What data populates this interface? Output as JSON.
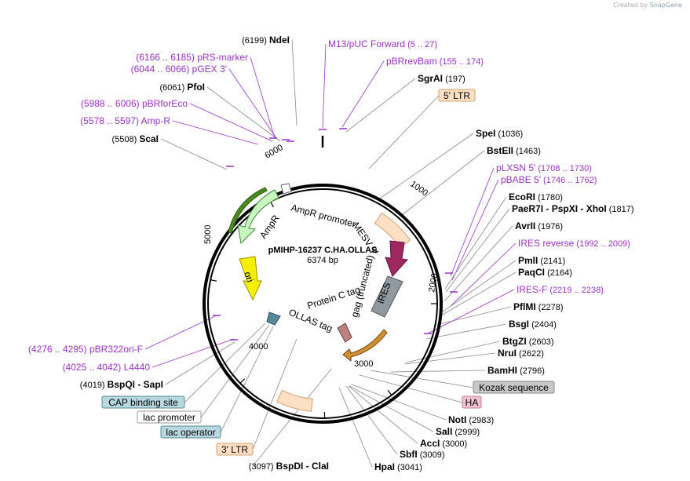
{
  "credit": {
    "prefix": "Created by",
    "brand": "SnapGene"
  },
  "plasmid": {
    "name": "pMIHP-16237 C.HA.OLLAS",
    "length": "6374 bp"
  },
  "colors": {
    "enzyme": "#000000",
    "primer": "#9b30c8",
    "ltr_fill": "#fde0c4",
    "ltr_stroke": "#d4a070",
    "misc_fill": "#b8d8e0",
    "misc_stroke": "#5a8a98",
    "kozak_fill": "#c8c8c8",
    "ha_fill": "#f0c0d0",
    "ampr": "#c8f5c0",
    "ori": "#f5f000",
    "mesv": "#a02860",
    "ires": "#909aa0",
    "gag": "#d09030"
  },
  "ticks": [
    "1000",
    "2000",
    "3000",
    "4000",
    "5000",
    "6000"
  ],
  "features_on_map": [
    {
      "label": "AmpR promoter"
    },
    {
      "label": "AmpR"
    },
    {
      "label": "ori"
    },
    {
      "label": "MESV Ψ"
    },
    {
      "label": "IRES"
    },
    {
      "label": "gag (truncated)"
    },
    {
      "label": "Protein C tag"
    },
    {
      "label": "OLLAS tag"
    }
  ],
  "labels_left": [
    {
      "pos": "(6199)",
      "name": "NdeI",
      "kind": "enzyme"
    },
    {
      "pos": "(6166 .. 6185)",
      "name": "pRS-marker",
      "kind": "primer"
    },
    {
      "pos": "(6044 .. 6066)",
      "name": "pGEX 3'",
      "kind": "primer"
    },
    {
      "pos": "(6061)",
      "name": "PfoI",
      "kind": "enzyme"
    },
    {
      "pos": "(5988 .. 6006)",
      "name": "pBRforEco",
      "kind": "primer"
    },
    {
      "pos": "(5578 .. 5597)",
      "name": "Amp-R",
      "kind": "primer"
    },
    {
      "pos": "(5508)",
      "name": "ScaI",
      "kind": "enzyme"
    },
    {
      "pos": "(4276 .. 4295)",
      "name": "pBR322ori-F",
      "kind": "primer"
    },
    {
      "pos": "(4025 .. 4042)",
      "name": "L4440",
      "kind": "primer"
    },
    {
      "pos": "(4019)",
      "name": "BspQI - SapI",
      "kind": "enzyme"
    },
    {
      "pos": "(3097)",
      "name": "BspDI - ClaI",
      "kind": "enzyme"
    }
  ],
  "labels_right": [
    {
      "name": "M13/pUC Forward",
      "pos": "(5 .. 27)",
      "kind": "primer"
    },
    {
      "name": "pBRrevBam",
      "pos": "(155 .. 174)",
      "kind": "primer"
    },
    {
      "name": "SgrAI",
      "pos": "(197)",
      "kind": "enzyme"
    },
    {
      "name": "SpeI",
      "pos": "(1036)",
      "kind": "enzyme"
    },
    {
      "name": "BstEII",
      "pos": "(1463)",
      "kind": "enzyme"
    },
    {
      "name": "pLXSN 5'",
      "pos": "(1708 .. 1730)",
      "kind": "primer"
    },
    {
      "name": "pBABE 5'",
      "pos": "(1746 .. 1762)",
      "kind": "primer"
    },
    {
      "name": "EcoRI",
      "pos": "(1780)",
      "kind": "enzyme"
    },
    {
      "name": "PaeR7I - PspXI - XhoI",
      "pos": "(1817)",
      "kind": "enzyme"
    },
    {
      "name": "AvrII",
      "pos": "(1976)",
      "kind": "enzyme"
    },
    {
      "name": "IRES reverse",
      "pos": "(1992 .. 2009)",
      "kind": "primer"
    },
    {
      "name": "PmlI",
      "pos": "(2141)",
      "kind": "enzyme"
    },
    {
      "name": "PaqCI",
      "pos": "(2164)",
      "kind": "enzyme"
    },
    {
      "name": "IRES-F",
      "pos": "(2219 .. 2238)",
      "kind": "primer"
    },
    {
      "name": "PflMI",
      "pos": "(2278)",
      "kind": "enzyme"
    },
    {
      "name": "BsgI",
      "pos": "(2404)",
      "kind": "enzyme"
    },
    {
      "name": "BtgZI",
      "pos": "(2603)",
      "kind": "enzyme"
    },
    {
      "name": "NruI",
      "pos": "(2622)",
      "kind": "enzyme"
    },
    {
      "name": "BamHI",
      "pos": "(2796)",
      "kind": "enzyme"
    },
    {
      "name": "NotI",
      "pos": "(2983)",
      "kind": "enzyme"
    },
    {
      "name": "SalI",
      "pos": "(2999)",
      "kind": "enzyme"
    },
    {
      "name": "AccI",
      "pos": "(3000)",
      "kind": "enzyme"
    },
    {
      "name": "SbfI",
      "pos": "(3009)",
      "kind": "enzyme"
    },
    {
      "name": "HpaI",
      "pos": "(3041)",
      "kind": "enzyme"
    }
  ],
  "boxed_labels": [
    {
      "label": "5' LTR"
    },
    {
      "label": "Kozak sequence"
    },
    {
      "label": "HA"
    },
    {
      "label": "CAP binding site"
    },
    {
      "label": "lac promoter"
    },
    {
      "label": "lac operator"
    },
    {
      "label": "3' LTR"
    }
  ]
}
